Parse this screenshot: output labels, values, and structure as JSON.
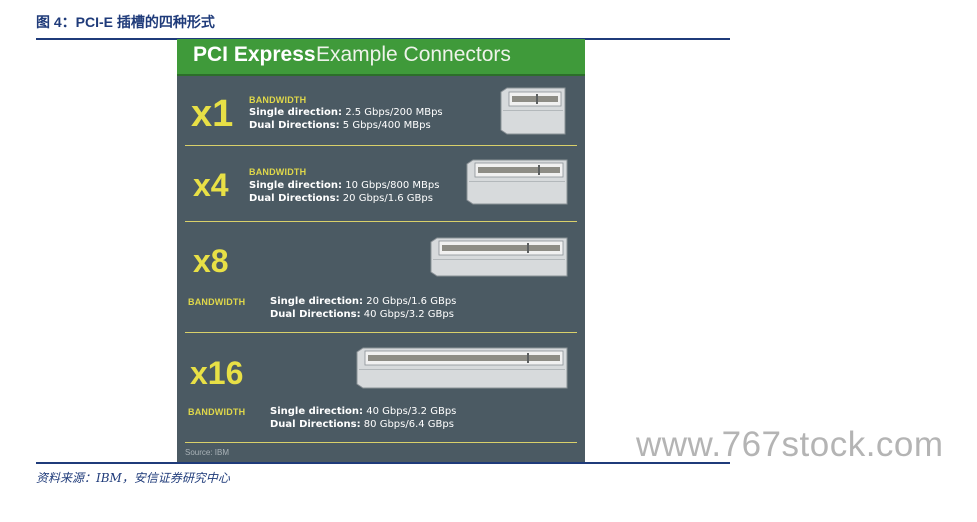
{
  "figure": {
    "title": "图 4：PCI-E 插槽的四种形式",
    "source": "资料来源：IBM，安信证券研究中心",
    "watermark": "www.767stock.com"
  },
  "panel": {
    "title_bold": "PCI Express",
    "title_rest": "Example Connectors",
    "source_note": "Source: IBM",
    "colors": {
      "background": "#4b5a63",
      "header_green": "#3f9a3a",
      "label_yellow": "#e8e046",
      "separator": "#d9d06a"
    },
    "rows": [
      {
        "label": "x1",
        "bandwidth_heading": "BANDWIDTH",
        "single_label": "Single direction:",
        "single_value": "2.5 Gbps/200 MBps",
        "dual_label": "Dual Directions:",
        "dual_value": "5 Gbps/400 MBps",
        "connector_icon": "pci-e-x1-slot-icon"
      },
      {
        "label": "x4",
        "bandwidth_heading": "BANDWIDTH",
        "single_label": "Single direction:",
        "single_value": "10 Gbps/800 MBps",
        "dual_label": "Dual Directions:",
        "dual_value": "20 Gbps/1.6 GBps",
        "connector_icon": "pci-e-x4-slot-icon"
      },
      {
        "label": "x8",
        "bandwidth_heading": "BANDWIDTH",
        "single_label": "Single direction:",
        "single_value": "20 Gbps/1.6 GBps",
        "dual_label": "Dual Directions:",
        "dual_value": "40 Gbps/3.2 GBps",
        "connector_icon": "pci-e-x8-slot-icon"
      },
      {
        "label": "x16",
        "bandwidth_heading": "BANDWIDTH",
        "single_label": "Single direction:",
        "single_value": "40 Gbps/3.2 GBps",
        "dual_label": "Dual Directions:",
        "dual_value": "80 Gbps/6.4 GBps",
        "connector_icon": "pci-e-x16-slot-icon"
      }
    ]
  }
}
